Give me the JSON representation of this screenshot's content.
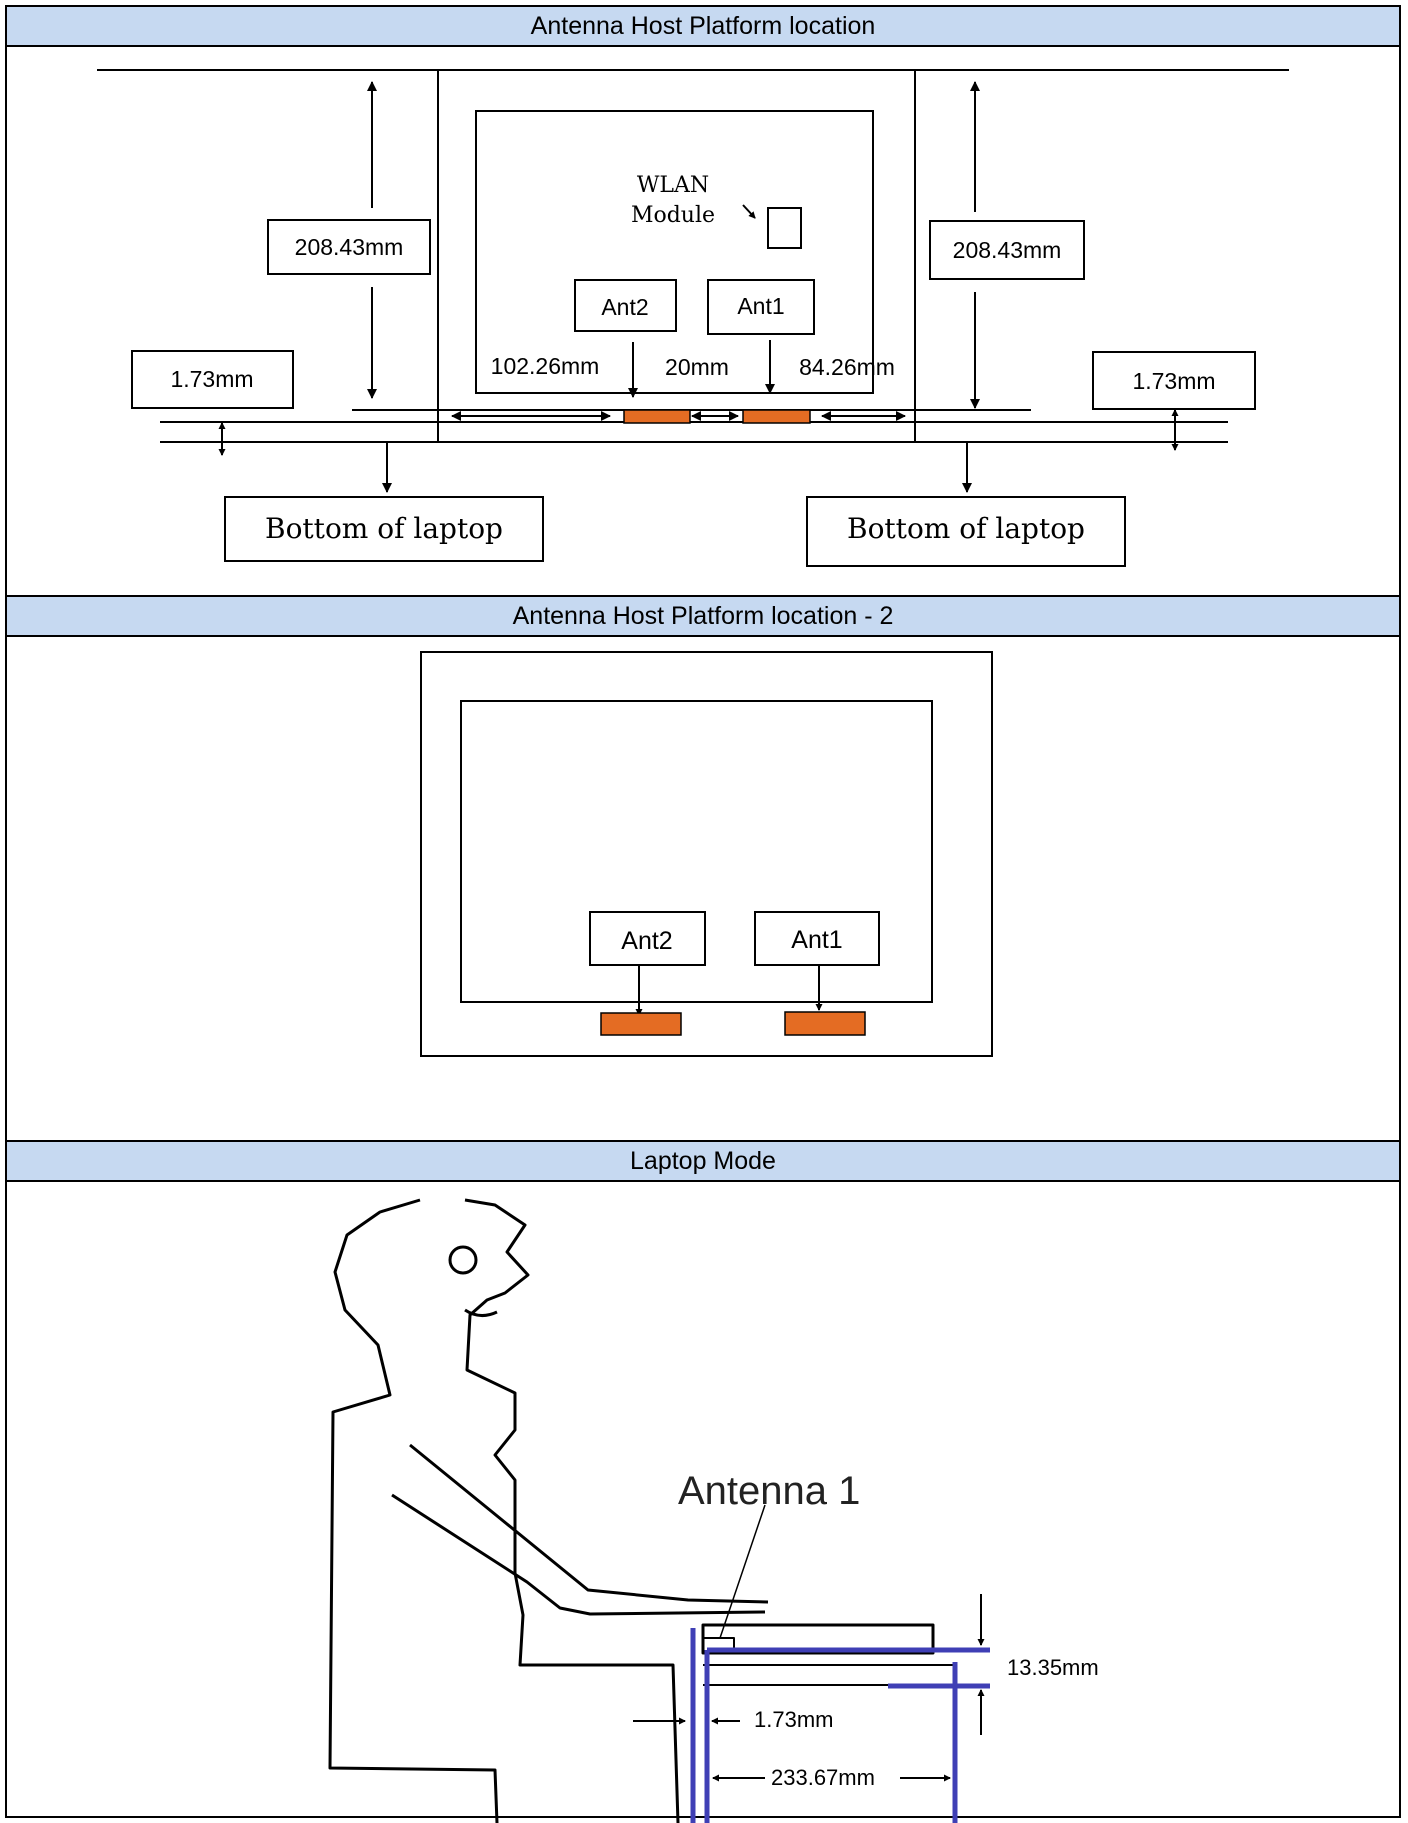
{
  "sections": [
    {
      "title": "Antenna Host Platform location"
    },
    {
      "title": "Antenna Host Platform location - 2"
    },
    {
      "title": "Laptop Mode"
    }
  ],
  "diagram1": {
    "height_left": "208.43mm",
    "height_right": "208.43mm",
    "offset_left": "1.73mm",
    "offset_right": "1.73mm",
    "wlan_line1": "WLAN",
    "wlan_line2": "Module",
    "ant2": "Ant2",
    "ant1": "Ant1",
    "dist_left": "102.26mm",
    "dist_mid": "20mm",
    "dist_right": "84.26mm",
    "bottom_left": "Bottom of laptop",
    "bottom_right": "Bottom of laptop"
  },
  "diagram2": {
    "ant2": "Ant2",
    "ant1": "Ant1"
  },
  "diagram3": {
    "antenna_label": "Antenna 1",
    "thickness": "13.35mm",
    "gap": "1.73mm",
    "depth": "233.67mm"
  },
  "colors": {
    "header_bg": "#c6d9f1",
    "antenna_fill": "#e46c23",
    "outline_blue": "#3f3fb5"
  }
}
